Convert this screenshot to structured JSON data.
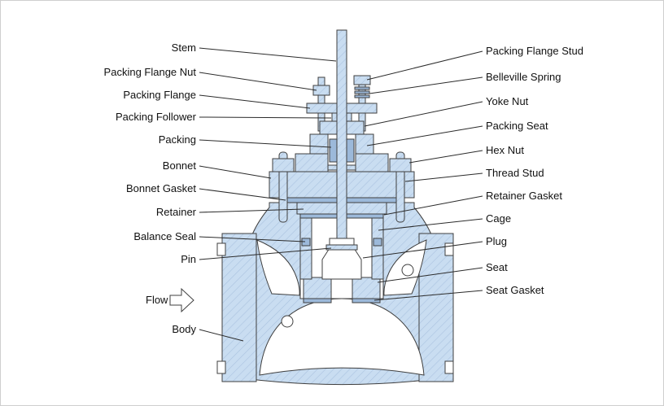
{
  "diagram": {
    "subject": "control-valve-cross-section"
  },
  "flow": {
    "label": "Flow"
  },
  "labels": {
    "left": [
      {
        "id": "stem",
        "text": "Stem"
      },
      {
        "id": "packing-flange-nut",
        "text": "Packing Flange Nut"
      },
      {
        "id": "packing-flange",
        "text": "Packing Flange"
      },
      {
        "id": "packing-follower",
        "text": "Packing Follower"
      },
      {
        "id": "packing",
        "text": "Packing"
      },
      {
        "id": "bonnet",
        "text": "Bonnet"
      },
      {
        "id": "bonnet-gasket",
        "text": "Bonnet Gasket"
      },
      {
        "id": "retainer",
        "text": "Retainer"
      },
      {
        "id": "balance-seal",
        "text": "Balance Seal"
      },
      {
        "id": "pin",
        "text": "Pin"
      },
      {
        "id": "body",
        "text": "Body"
      }
    ],
    "right": [
      {
        "id": "packing-flange-stud",
        "text": "Packing Flange Stud"
      },
      {
        "id": "belleville-spring",
        "text": "Belleville Spring"
      },
      {
        "id": "yoke-nut",
        "text": "Yoke Nut"
      },
      {
        "id": "packing-seat",
        "text": "Packing Seat"
      },
      {
        "id": "hex-nut",
        "text": "Hex Nut"
      },
      {
        "id": "thread-stud",
        "text": "Thread Stud"
      },
      {
        "id": "retainer-gasket",
        "text": "Retainer Gasket"
      },
      {
        "id": "cage",
        "text": "Cage"
      },
      {
        "id": "plug",
        "text": "Plug"
      },
      {
        "id": "seat",
        "text": "Seat"
      },
      {
        "id": "seat-gasket",
        "text": "Seat Gasket"
      }
    ]
  },
  "colors": {
    "metal_fill": "#c9ddf1",
    "hatch_line": "#aac3e0",
    "outline": "#3f3f3f",
    "gasket": "#9cb9da",
    "leader_line": "#2b2b2b",
    "background": "#ffffff",
    "border": "#cfcfcf",
    "text": "#111111"
  }
}
